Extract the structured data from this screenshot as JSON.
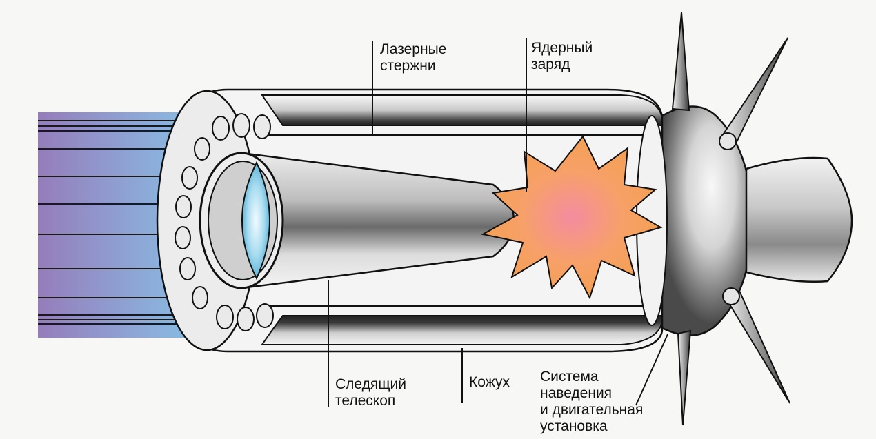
{
  "diagram": {
    "labels": {
      "laser_rods": "Лазерные\nстержни",
      "nuclear_charge": "Ядерный\nзаряд",
      "tracking_telescope": "Следящий\nтелескоп",
      "casing": "Кожух",
      "guidance_system": "Система\nнаведения\nи двигательная\nустановка"
    },
    "colors": {
      "beam_start": "#8a6fb4",
      "beam_end": "#66c7e6",
      "explosion_outer": "#f4a054",
      "explosion_inner": "#f48ca0",
      "metal_dark": "#3a3a3a",
      "metal_light": "#f2f2f2"
    }
  }
}
